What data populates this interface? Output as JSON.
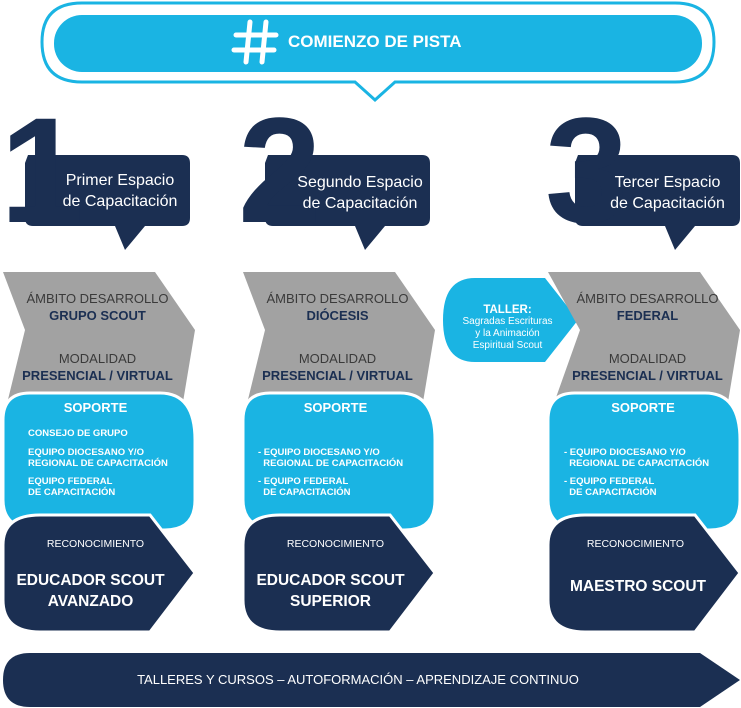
{
  "header": {
    "icon": "hashtag-icon",
    "title": "COMIENZO DE PISTA"
  },
  "colors": {
    "navy": "#1b2f52",
    "cyan": "#1ab4e3",
    "gray": "#a2a2a2"
  },
  "columns": [
    {
      "number": "1",
      "title_line1": "Primer Espacio",
      "title_line2": "de Capacitación",
      "ambito_label": "ÁMBITO DESARROLLO",
      "ambito_value": "GRUPO SCOUT",
      "modalidad_label": "MODALIDAD",
      "modalidad_value": "PRESENCIAL / VIRTUAL",
      "soporte_title": "SOPORTE",
      "soporte_items": [
        "CONSEJO DE GRUPO",
        "EQUIPO DIOCESANO Y/O\nREGIONAL DE CAPACITACIÓN",
        "EQUIPO FEDERAL\nDE CAPACITACIÓN"
      ],
      "reconocimiento_label": "RECONOCIMIENTO",
      "reconocimiento_value": "EDUCADOR SCOUT\nAVANZADO"
    },
    {
      "number": "2",
      "title_line1": "Segundo Espacio",
      "title_line2": "de Capacitación",
      "ambito_label": "ÁMBITO DESARROLLO",
      "ambito_value": "DIÓCESIS",
      "modalidad_label": "MODALIDAD",
      "modalidad_value": "PRESENCIAL / VIRTUAL",
      "soporte_title": "SOPORTE",
      "soporte_items": [
        "- EQUIPO DIOCESANO Y/O\n  REGIONAL DE CAPACITACIÓN",
        "- EQUIPO FEDERAL\n  DE CAPACITACIÓN"
      ],
      "reconocimiento_label": "RECONOCIMIENTO",
      "reconocimiento_value": "EDUCADOR SCOUT\nSUPERIOR"
    },
    {
      "number": "3",
      "title_line1": "Tercer Espacio",
      "title_line2": "de Capacitación",
      "ambito_label": "ÁMBITO DESARROLLO",
      "ambito_value": "FEDERAL",
      "modalidad_label": "MODALIDAD",
      "modalidad_value": "PRESENCIAL / VIRTUAL",
      "soporte_title": "SOPORTE",
      "soporte_items": [
        "- EQUIPO DIOCESANO Y/O\n  REGIONAL DE CAPACITACIÓN",
        "- EQUIPO FEDERAL\n  DE CAPACITACIÓN"
      ],
      "reconocimiento_label": "RECONOCIMIENTO",
      "reconocimiento_value": "MAESTRO SCOUT"
    }
  ],
  "taller": {
    "title": "TALLER:",
    "text": "Sagradas Escrituras\ny la Animación\nEspiritual Scout"
  },
  "footer": {
    "text": "TALLERES Y CURSOS – AUTOFORMACIÓN – APRENDIZAJE CONTINUO"
  }
}
